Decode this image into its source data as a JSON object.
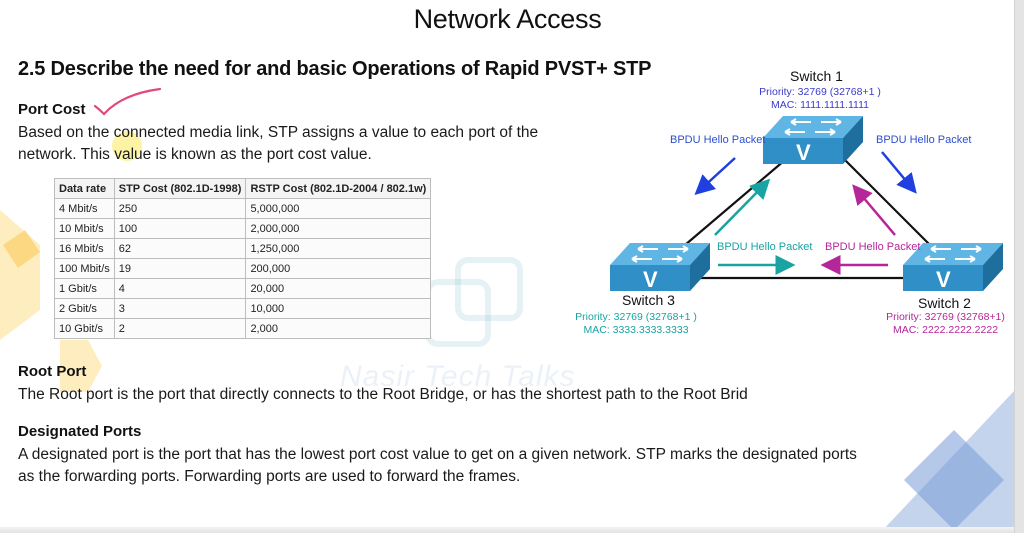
{
  "slide": {
    "title": "Network Access",
    "subtitle": "2.5 Describe the need for and basic Operations of Rapid PVST+ STP",
    "watermark": "Nasir Tech Talks",
    "sections": {
      "port_cost": {
        "heading": "Port Cost",
        "line1": "Based on the connected media link, STP assigns a value to each port of the",
        "line2": "network. This value is known as the port cost value."
      },
      "root_port": {
        "heading": "Root Port",
        "text": "The Root port is the port that directly connects to the Root Bridge, or has the shortest path to the Root Brid"
      },
      "designated_ports": {
        "heading": "Designated Ports",
        "line1": "A designated port is the port that has the lowest port cost value to get on a given network. STP marks the designated ports",
        "line2": "as the forwarding ports. Forwarding ports are used to forward the frames."
      }
    },
    "cost_table": {
      "headers": [
        "Data rate",
        "STP Cost (802.1D-1998)",
        "RSTP Cost (802.1D-2004 / 802.1w)"
      ],
      "rows": [
        [
          "4 Mbit/s",
          "250",
          "5,000,000"
        ],
        [
          "10 Mbit/s",
          "100",
          "2,000,000"
        ],
        [
          "16 Mbit/s",
          "62",
          "1,250,000"
        ],
        [
          "100 Mbit/s",
          "19",
          "200,000"
        ],
        [
          "1 Gbit/s",
          "4",
          "20,000"
        ],
        [
          "2 Gbit/s",
          "3",
          "10,000"
        ],
        [
          "10 Gbit/s",
          "2",
          "2,000"
        ]
      ]
    },
    "diagram": {
      "switch1": {
        "name": "Switch 1",
        "priority": "Priority: 32769 (32768+1 )",
        "mac": "MAC: 1111.1111.1111",
        "color": "#3a3ad0"
      },
      "switch2": {
        "name": "Switch 2",
        "priority": "Priority: 32769 (32768+1)",
        "mac": "MAC: 2222.2222.2222",
        "color": "#b5269a"
      },
      "switch3": {
        "name": "Switch 3",
        "priority": "Priority: 32769 (32768+1 )",
        "mac": "MAC: 3333.3333.3333",
        "color": "#1aa3a3"
      },
      "switch_glyph": "V",
      "bpdu_labels": {
        "s1_left": "BPDU Hello Packet",
        "s1_right": "BPDU Hello Packet",
        "s3": "BPDU Hello Packet",
        "s2": "BPDU Hello Packet"
      },
      "colors": {
        "blue": "#1f3fe0",
        "teal": "#1aa3a3",
        "magenta": "#b5269a",
        "switch": "#2f8fc6",
        "link": "#111111"
      }
    }
  }
}
